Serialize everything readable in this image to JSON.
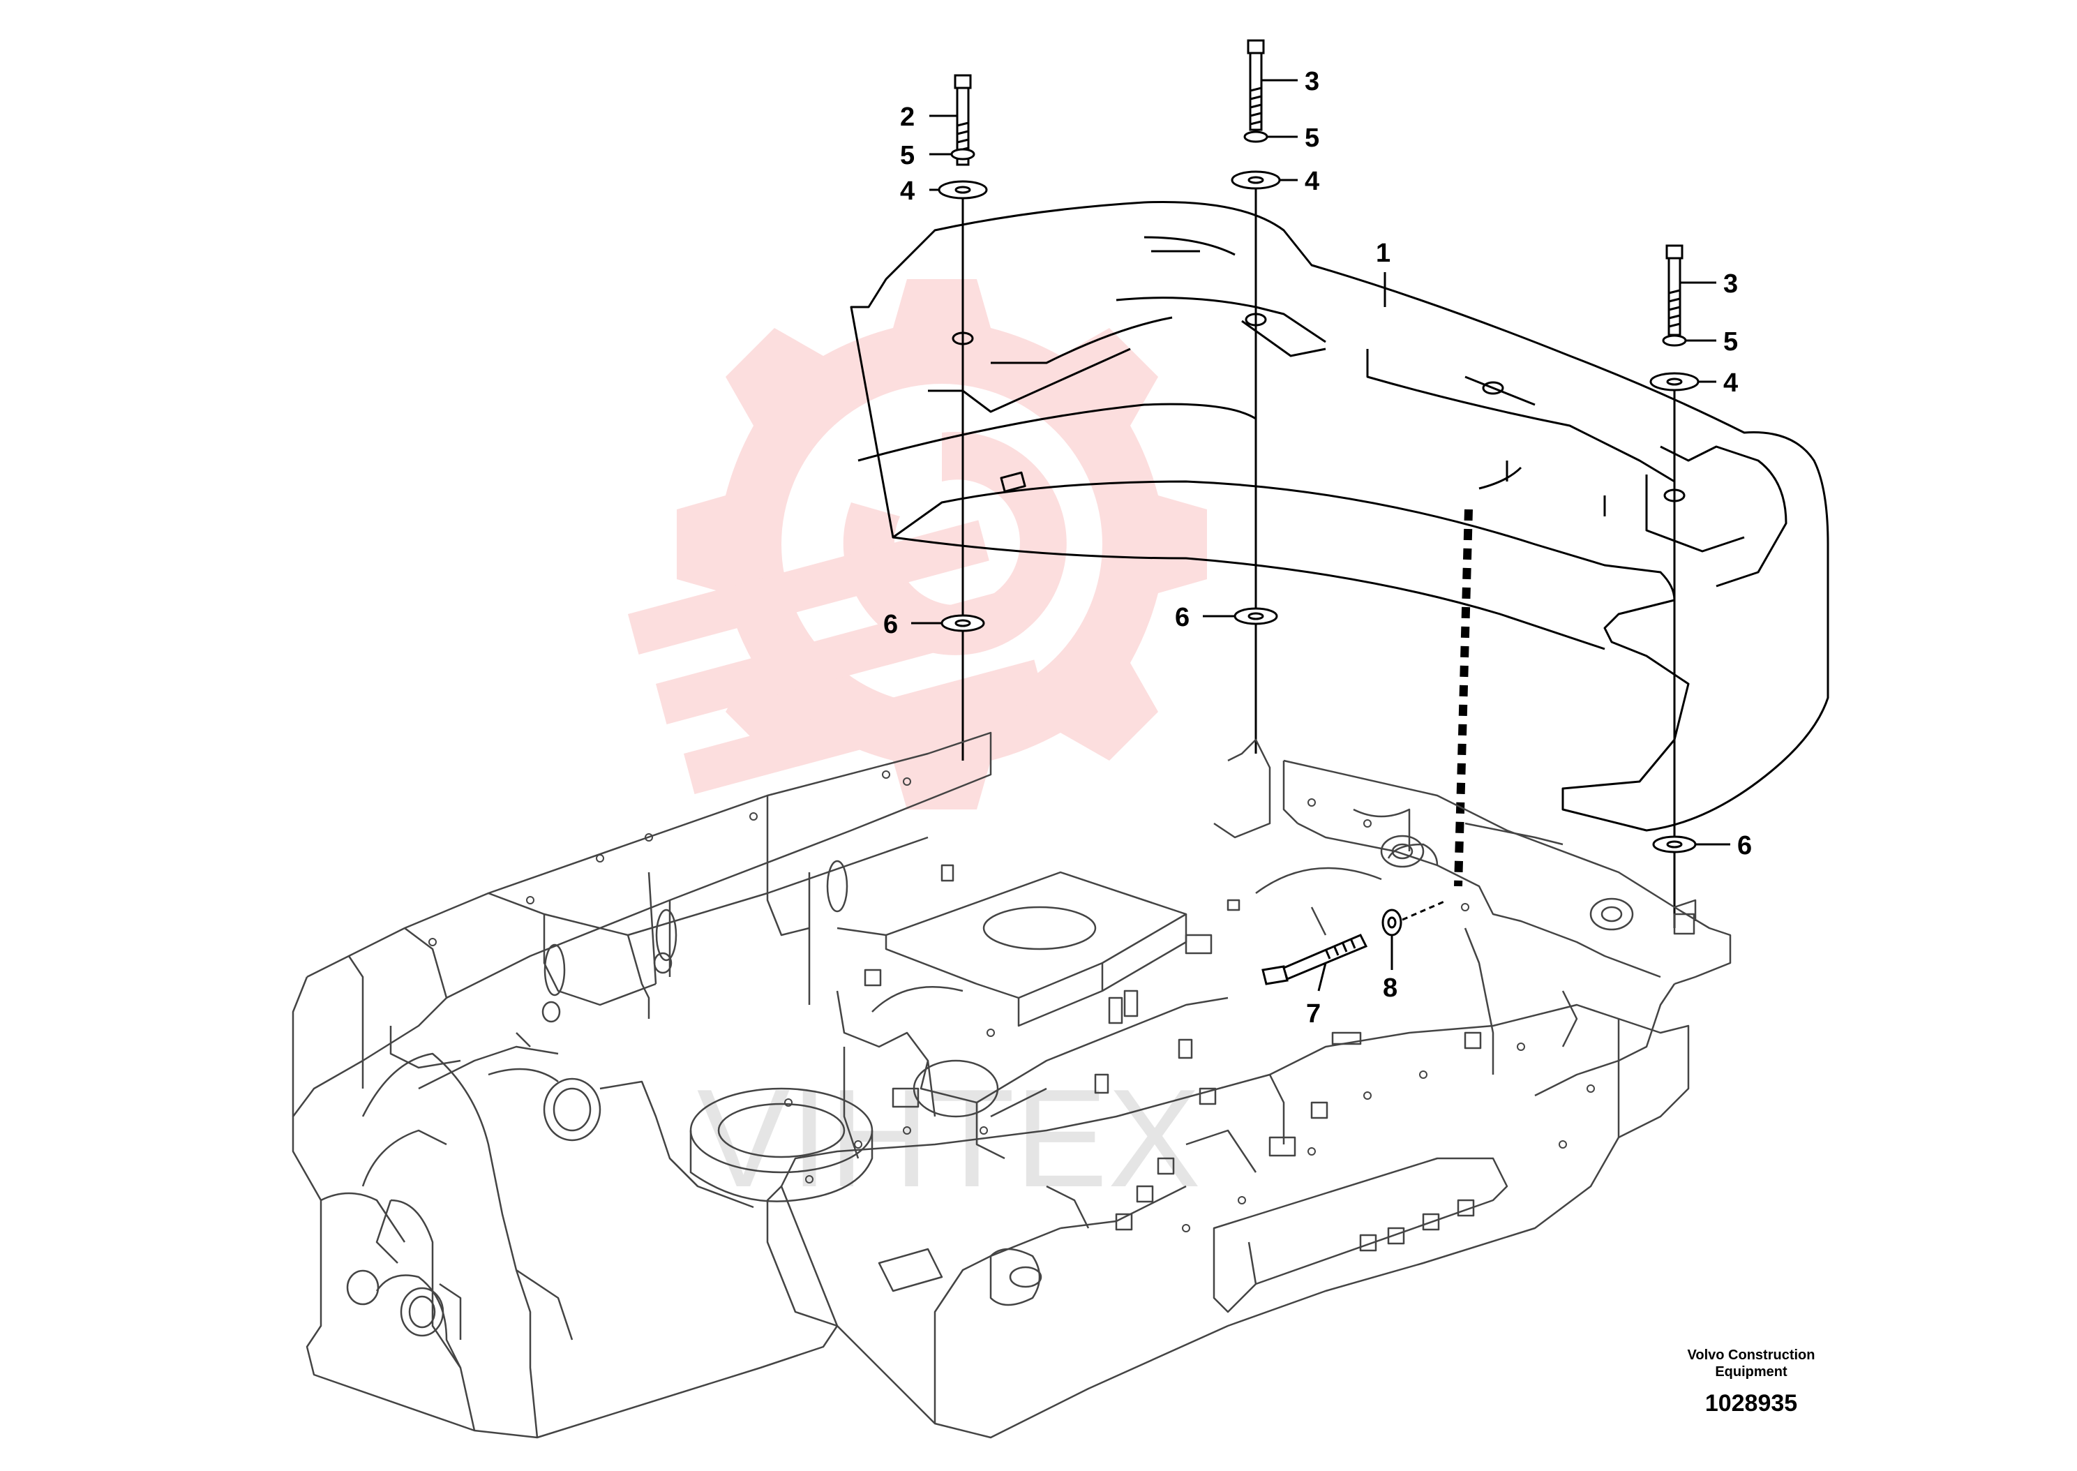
{
  "callouts": {
    "n1": "1",
    "n2": "2",
    "n3": "3",
    "n4": "4",
    "n5": "5",
    "n6": "6",
    "n7": "7",
    "n8": "8"
  },
  "caption": {
    "company_line1": "Volvo Construction",
    "company_line2": "Equipment",
    "document_number": "1028935"
  },
  "watermark": {
    "text": "VIHTEX",
    "color": "#f26b6b"
  },
  "colors": {
    "line": "#000000",
    "frame_line": "#444444"
  }
}
